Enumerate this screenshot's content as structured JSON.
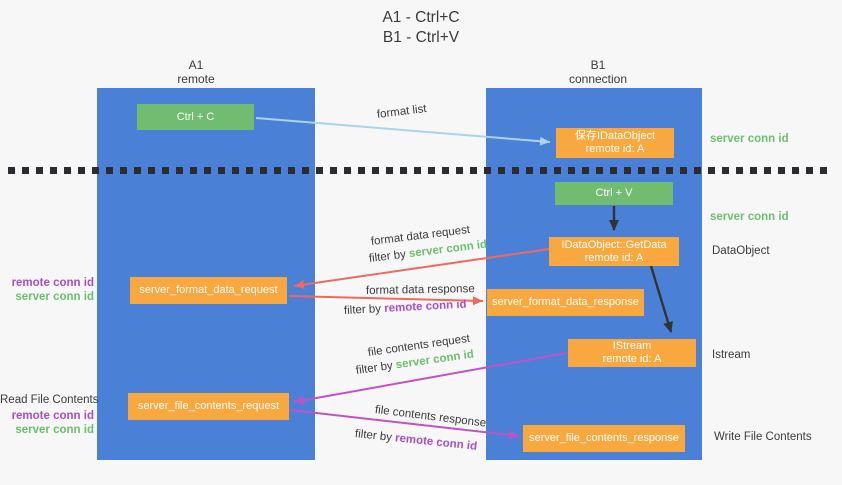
{
  "title": {
    "line1": "A1 - Ctrl+C",
    "line2": "B1 - Ctrl+V"
  },
  "lifelines": {
    "a1": {
      "name": "A1",
      "role": "remote"
    },
    "b1": {
      "name": "B1",
      "role": "connection"
    }
  },
  "nodes": {
    "ctrl_c": {
      "label": "Ctrl + C"
    },
    "ctrl_v": {
      "label": "Ctrl + V"
    },
    "save_idataobject": {
      "line1": "保存IDataObject",
      "line2": "remote id: A"
    },
    "idataobject_getdata": {
      "line1": "IDataObject::GetData",
      "line2": "remote id: A"
    },
    "istream": {
      "line1": "IStream",
      "line2": "remote id: A"
    },
    "server_format_data_request": {
      "label": "server_format_data_request"
    },
    "server_format_data_response": {
      "label": "server_format_data_response"
    },
    "server_file_contents_request": {
      "label": "server_file_contents_request"
    },
    "server_file_contents_response": {
      "label": "server_file_contents_response"
    }
  },
  "flow_labels": {
    "format_list": "format list",
    "format_data_request": "format data request",
    "format_data_response": "format data response",
    "file_contents_request": "file contents request",
    "file_contents_response": "file contents response",
    "filter_by": "filter by",
    "server_conn_id": "server conn id",
    "remote_conn_id": "remote conn id"
  },
  "side_labels": {
    "read_file_contents": "Read File Contents",
    "write_file_contents": "Write File Contents",
    "dataobject": "DataObject",
    "istream": "Istream",
    "server_conn_id": "server conn id",
    "remote_conn_id": "remote conn id"
  },
  "colors": {
    "lifeline_blue": "#4a81d7",
    "node_green": "#70bd71",
    "node_orange": "#f8a83e",
    "arrow_light_blue": "#a9d3ef",
    "arrow_salmon": "#ee6a5f",
    "arrow_magenta": "#bf53c6",
    "arrow_black": "#333333",
    "text_green": "#6cbf6c",
    "text_purple": "#a74fc6",
    "text_dark": "#3b3b3b",
    "background": "#f7f7f8",
    "divider": "#2b2b31"
  }
}
